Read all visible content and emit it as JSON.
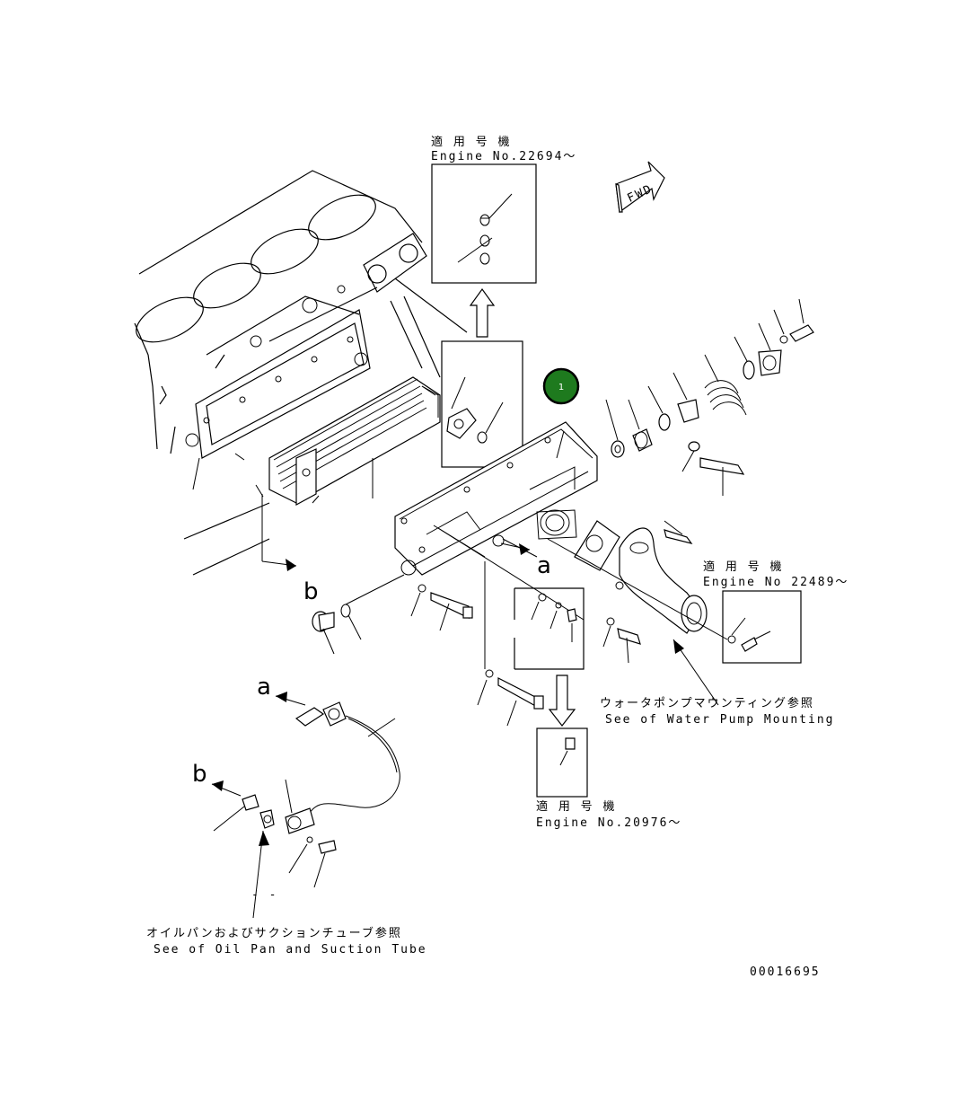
{
  "callouts": {
    "inset_top_jp": "適 用 号 機",
    "inset_top_en": "Engine No.22694～",
    "inset_right_jp": "適 用 号 機",
    "inset_right_en": "Engine No 22489～",
    "inset_bottom_jp": "適 用 号 機",
    "inset_bottom_en": "Engine No.20976～",
    "water_pump_jp": "ウォータポンプマウンティング参照",
    "water_pump_en": "See of Water Pump Mounting",
    "oil_pan_jp": "オイルパンおよびサクションチューブ参照",
    "oil_pan_en": "See of Oil Pan and Suction Tube",
    "fwd": "FWD",
    "ref_a1": "a",
    "ref_a2": "a",
    "ref_b1": "b",
    "ref_b2": "b",
    "small_dashes": "- -",
    "drawing_number": "00016695"
  },
  "part_marker": {
    "number": "1",
    "color": "#1e7a1e"
  }
}
